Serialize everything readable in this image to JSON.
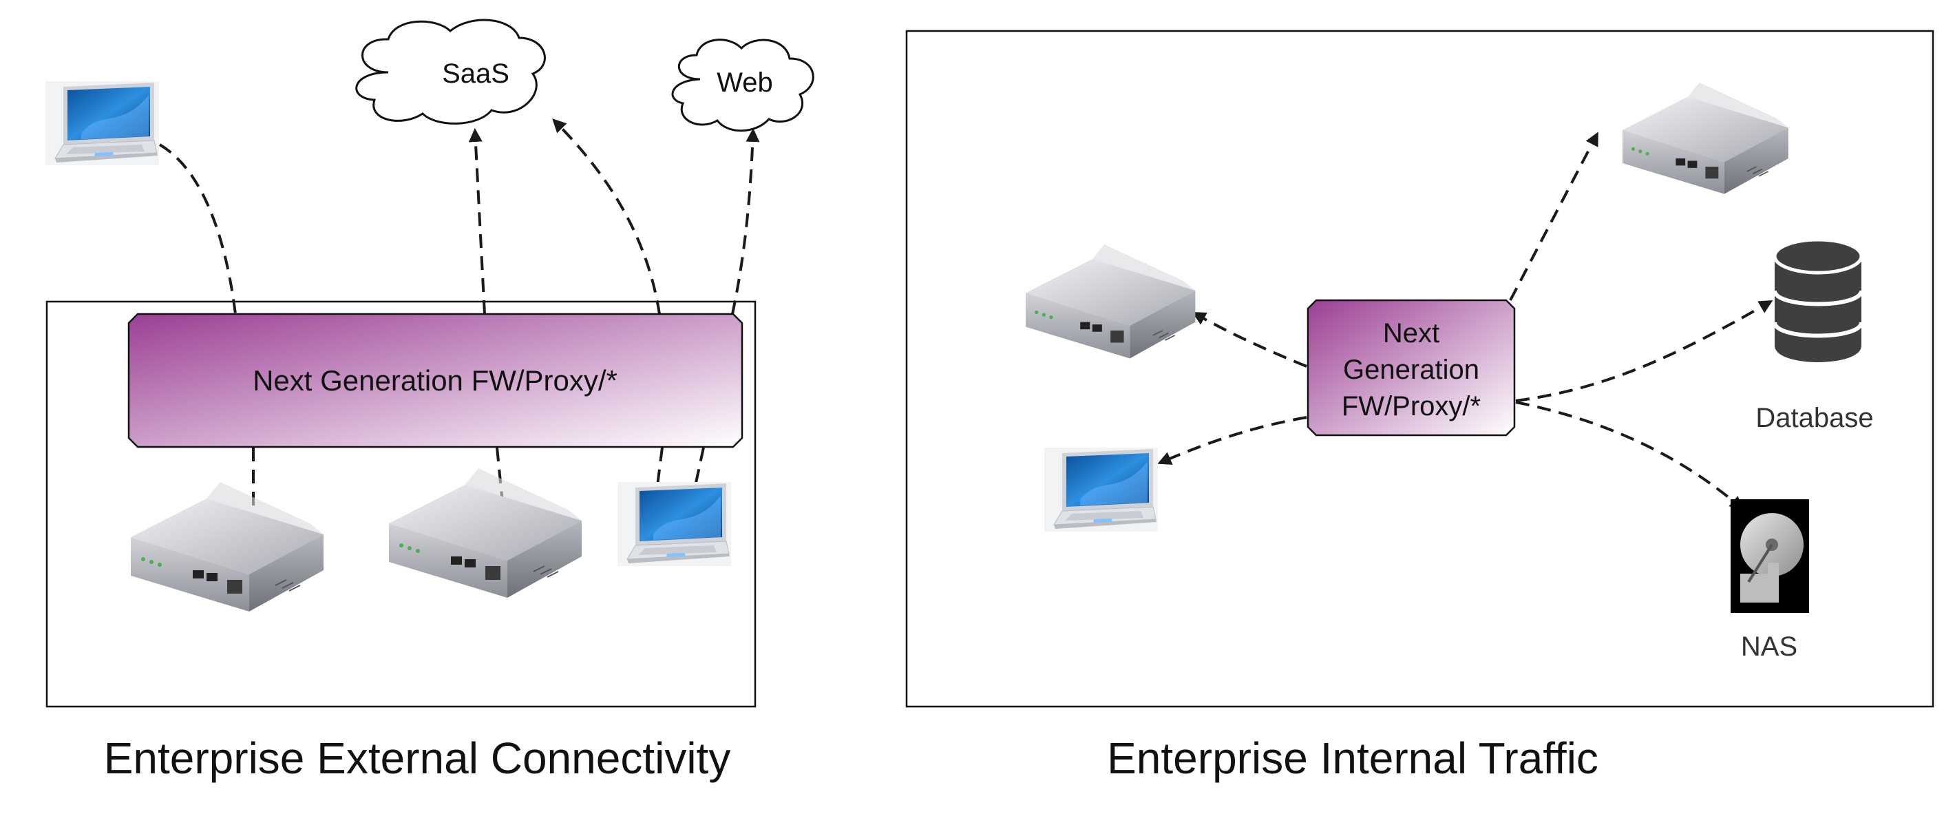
{
  "panels": {
    "external": {
      "caption": "Enterprise External Connectivity",
      "firewall_label": "Next Generation FW/Proxy/*",
      "clouds": [
        {
          "label": "SaaS"
        },
        {
          "label": "Web"
        }
      ]
    },
    "internal": {
      "caption": "Enterprise Internal Traffic",
      "firewall_label_lines": [
        "Next",
        "Generation",
        "FW/Proxy/*"
      ],
      "database_label": "Database",
      "nas_label": "NAS"
    }
  },
  "colors": {
    "firewall_gradient_start": "#9b3f94",
    "firewall_gradient_end": "#ffffff",
    "database": "#3f3f3f",
    "laptop_screen": "#1e6fc0"
  },
  "icons": [
    "laptop-icon",
    "router-icon",
    "cloud-icon",
    "database-icon",
    "hard-drive-icon"
  ]
}
